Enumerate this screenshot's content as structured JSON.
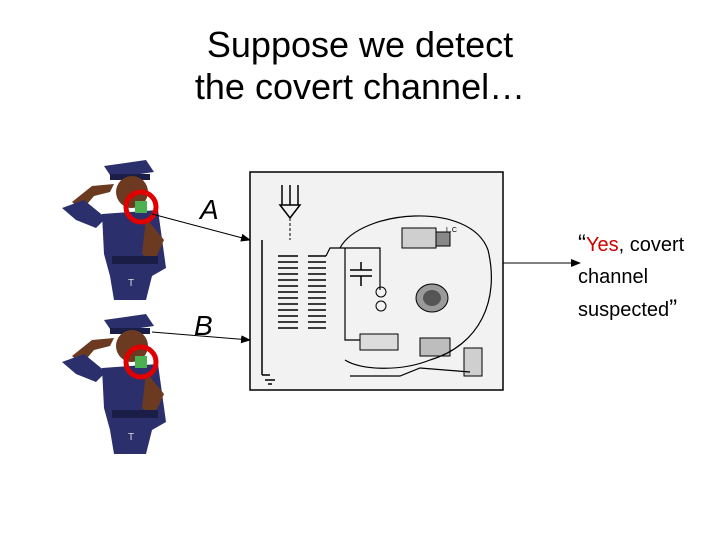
{
  "slide": {
    "title_line1": "Suppose we detect",
    "title_line2": "the covert channel…",
    "label_a": "A",
    "label_b": "B",
    "result": {
      "open_quote": "“",
      "word_yes": "Yes",
      "comma": ",",
      "rest_line1": " covert",
      "line2": "channel",
      "line3": "suspected",
      "close_quote": "”"
    }
  },
  "colors": {
    "uniform": "#2b2f6b",
    "skin": "#6b3a20",
    "target_ring": "#e00000",
    "target_fill": "#4caf50",
    "highlight_red": "#cc0000"
  },
  "icons": [
    "officer-a-icon",
    "officer-b-icon",
    "target-a-icon",
    "target-b-icon",
    "circuit-diagram-icon"
  ]
}
